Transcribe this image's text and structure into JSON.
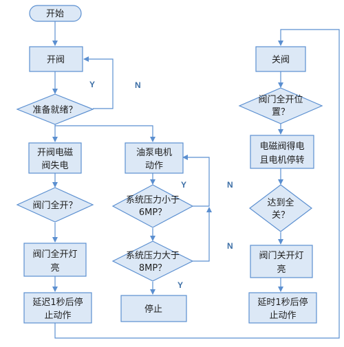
{
  "colors": {
    "fill": "#dce8f6",
    "stroke": "#5b8fd0",
    "text": "#1f1f1f",
    "branch_label": "#3d6fa6"
  },
  "nodes": {
    "start": {
      "lines": [
        "开始"
      ]
    },
    "open_valve": {
      "lines": [
        "开阀"
      ]
    },
    "ready": {
      "lines": [
        "准备就绪？"
      ]
    },
    "valve_power_off": {
      "lines": [
        "开阀电磁",
        "阀失电"
      ]
    },
    "valve_full_open": {
      "lines": [
        "阀门全开？"
      ]
    },
    "open_lamp_on": {
      "lines": [
        "阀门全开灯",
        "亮"
      ]
    },
    "delay_stop_left": {
      "lines": [
        "延迟1秒后停",
        "止动作"
      ]
    },
    "pump_start": {
      "lines": [
        "油泵电机",
        "动作"
      ]
    },
    "pressure_lt_6": {
      "lines": [
        "系统压力小于",
        "6MP？"
      ]
    },
    "pressure_gt_8": {
      "lines": [
        "系统压力大于",
        "8MP？"
      ]
    },
    "stop": {
      "lines": [
        "停止"
      ]
    },
    "close_valve": {
      "lines": [
        "关阀"
      ]
    },
    "valve_open_pos": {
      "lines": [
        "阀门全开位",
        "置？"
      ]
    },
    "valve_motor_run": {
      "lines": [
        "电磁阀得电",
        "且电机停转"
      ]
    },
    "reach_closed": {
      "lines": [
        "达到全",
        "关？"
      ]
    },
    "close_lamp_on": {
      "lines": [
        "阀门关开灯",
        "亮"
      ]
    },
    "delay_stop_right": {
      "lines": [
        "延时1秒后停",
        "止动作"
      ]
    }
  },
  "branch_labels": {
    "ready_yes": "Y",
    "ready_no": "N",
    "p6_yes": "Y",
    "p6_no": "N",
    "p8_yes": "Y",
    "p8_no": "N"
  }
}
